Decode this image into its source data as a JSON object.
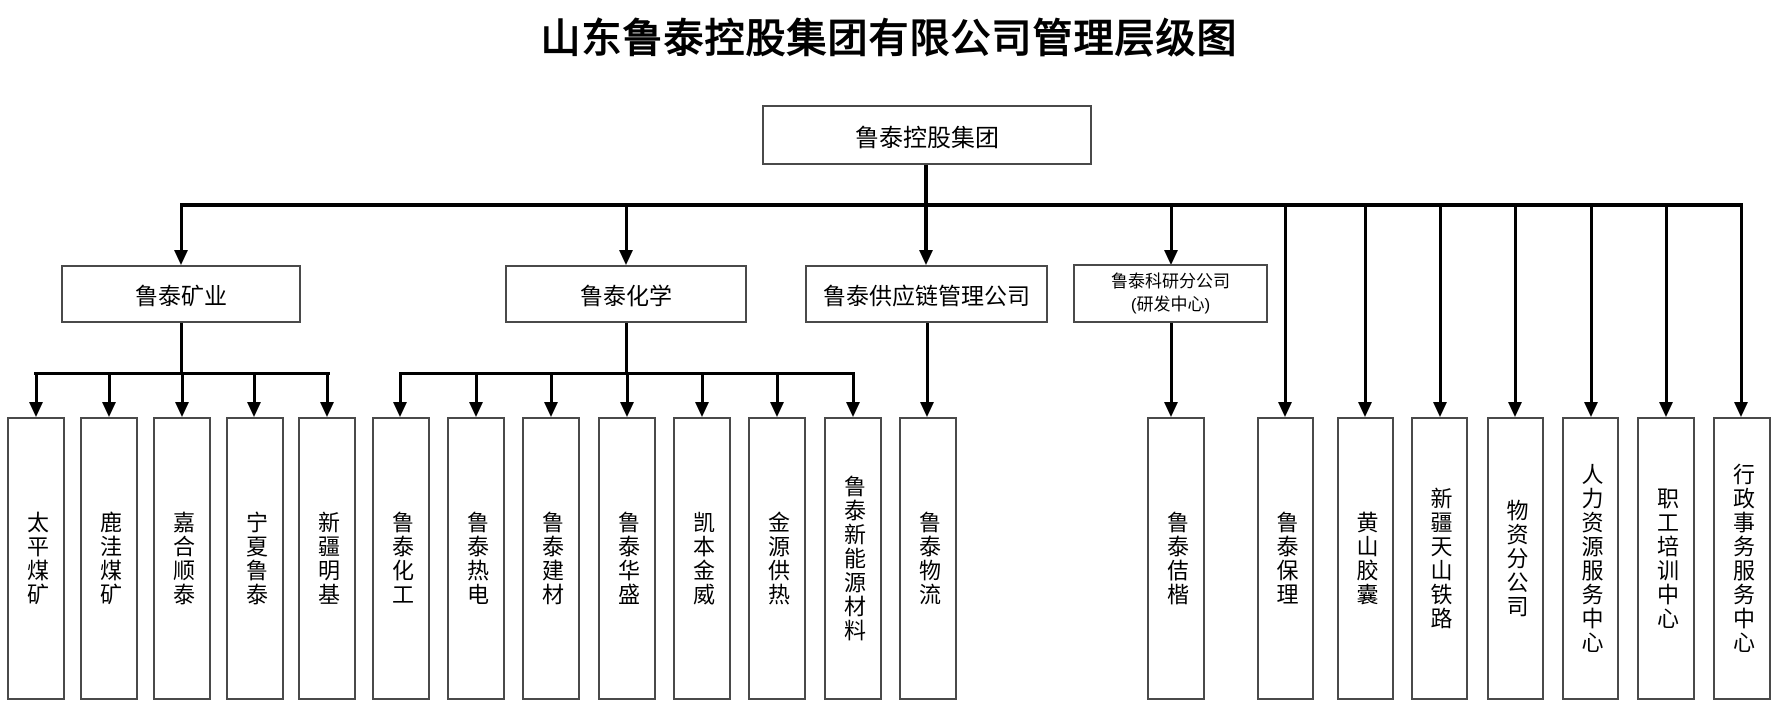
{
  "page": {
    "title": "山东鲁泰控股集团有限公司管理层级图"
  },
  "colors": {
    "background": "#ffffff",
    "line": "#000000",
    "box_border": "#4a4a4a",
    "text": "#000000"
  },
  "org": {
    "root": {
      "label": "鲁泰控股集团"
    },
    "branches": [
      {
        "label": "鲁泰矿业",
        "children": [
          "太平煤矿",
          "鹿洼煤矿",
          "嘉合顺泰",
          "宁夏鲁泰",
          "新疆明基"
        ]
      },
      {
        "label": "鲁泰化学",
        "children": [
          "鲁泰化工",
          "鲁泰热电",
          "鲁泰建材",
          "鲁泰华盛",
          "凯本金威",
          "金源供热",
          "鲁泰新能源材料"
        ]
      },
      {
        "label": "鲁泰供应链管理公司",
        "children": [
          "鲁泰物流"
        ]
      },
      {
        "label": "鲁泰科研分公司",
        "label_line2": "(研发中心)",
        "children": [
          "鲁泰佶楷"
        ]
      }
    ],
    "direct_units": [
      "鲁泰保理",
      "黄山胶囊",
      "新疆天山铁路",
      "物资分公司",
      "人力资源服务中心",
      "职工培训中心",
      "行政事务服务中心"
    ]
  }
}
